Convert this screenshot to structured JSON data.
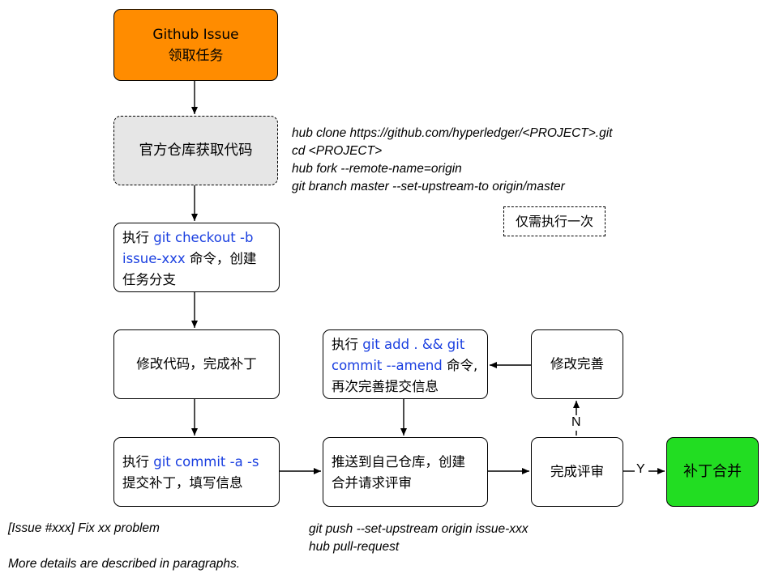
{
  "nodes": {
    "issue": {
      "line1": "Github Issue",
      "line2": "领取任务",
      "color": "#ff8c00"
    },
    "fetch_code": {
      "label": "官方仓库获取代码",
      "color": "#e6e6e6"
    },
    "checkout": {
      "prefix": "执行 ",
      "cmd1": "git checkout -b",
      "cmd2": "issue-xxx",
      "suffix": " 命令，创建",
      "line3": "任务分支"
    },
    "modify": {
      "label": "修改代码，完成补丁"
    },
    "commit": {
      "prefix": "执行 ",
      "cmd": "git commit -a -s",
      "line2": "提交补丁，填写信息"
    },
    "push": {
      "line1": "推送到自己仓库，创建",
      "line2": "合并请求评审"
    },
    "review": {
      "label": "完成评审"
    },
    "merge": {
      "label": "补丁合并",
      "color": "#22dd22"
    },
    "improve": {
      "label": "修改完善"
    },
    "amend": {
      "prefix": "执行 ",
      "cmd1": "git add . && git",
      "cmd2": "commit --amend",
      "suffix": " 命令,",
      "line3": "再次完善提交信息"
    },
    "once": {
      "label": "仅需执行一次"
    }
  },
  "edges": {
    "yes_label": "Y",
    "no_label": "N"
  },
  "notes": {
    "clone": [
      "hub clone https://github.com/hyperledger/<PROJECT>.git",
      "cd <PROJECT>",
      "hub fork --remote-name=origin",
      "git branch master --set-upstream-to origin/master"
    ],
    "commit_msg": [
      "[Issue #xxx] Fix xx problem"
    ],
    "push_cmds": [
      "git push --set-upstream origin issue-xxx",
      "hub pull-request"
    ],
    "details": [
      "More details are described in paragraphs."
    ]
  },
  "colors": {
    "command_text": "#1a3fe0"
  }
}
